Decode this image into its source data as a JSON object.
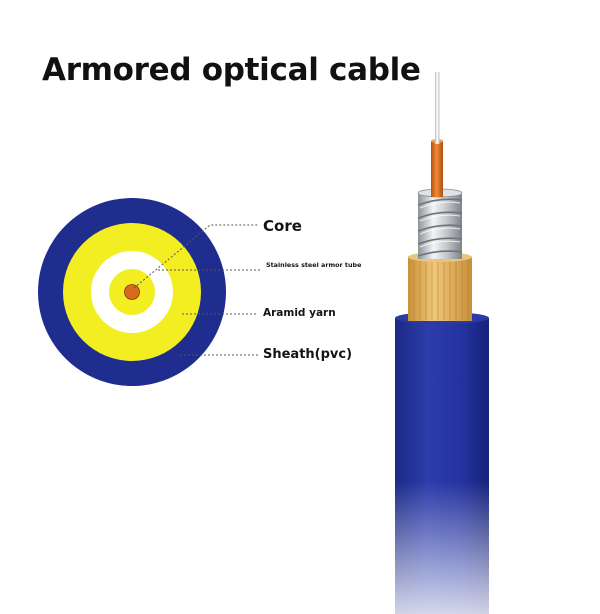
{
  "title": "Armored optical cable",
  "labels": {
    "core": "Core",
    "armor_tube": "Stainless steel armor tube",
    "aramid_yarn": "Aramid yarn",
    "sheath": "Sheath(pvc)"
  },
  "colors": {
    "sheath": "#1f2d8f",
    "aramid": "#f3ee22",
    "core": "#d76b1a",
    "armor": "#cfd3d8",
    "yarn_fiber": "#e0b25a",
    "background": "#ffffff"
  }
}
